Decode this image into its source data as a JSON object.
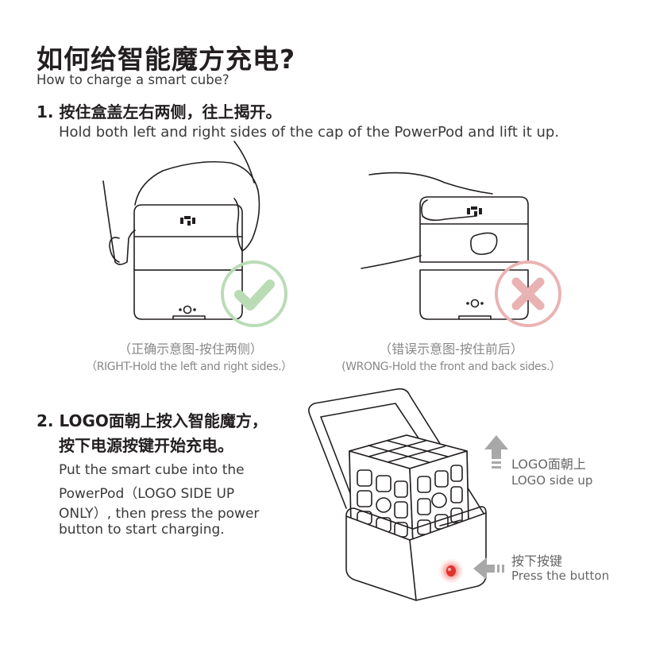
{
  "title": {
    "zh": "如何给智能魔方充电?",
    "en": "How to charge a smart cube?"
  },
  "step1": {
    "zh": "1. 按住盒盖左右两侧，往上揭开。",
    "en": "Hold both left and right sides of the cap of the PowerPod and lift it up."
  },
  "captions": {
    "right_zh": "（正确示意图-按住两侧）",
    "right_en": "（RIGHT-Hold the left and right sides.）",
    "wrong_zh": "（错误示意图-按住前后）",
    "wrong_en": "(WRONG-Hold the front and back sides.）"
  },
  "step2": {
    "zh_line1": "2. LOGO面朝上按入智能魔方，",
    "zh_line2": "按下电源按键开始充电。",
    "en_lines": [
      "Put the smart cube into the",
      "PowerPod（LOGO SIDE UP",
      "ONLY）, then press the power",
      "button to start charging."
    ]
  },
  "annotations": {
    "logo_up_zh": "LOGO面朝上",
    "logo_up_en": "LOGO side up",
    "press_zh": "按下按键",
    "press_en": "Press the button"
  },
  "colors": {
    "text": "#231f20",
    "check_green": "#b9dcb5",
    "cross_red": "#eab3b3",
    "power_led": "#e0332f"
  },
  "icons": [
    "check-icon",
    "cross-icon",
    "arrow-up-icon",
    "arrow-left-icon",
    "power-button-icon",
    "gan-logo-icon"
  ]
}
